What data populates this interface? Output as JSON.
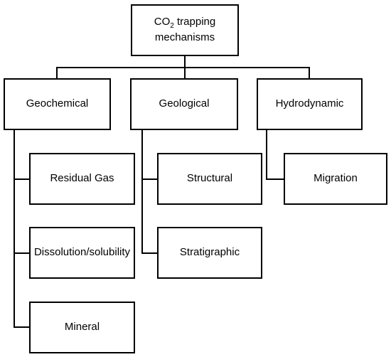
{
  "root": {
    "prefix": "CO",
    "subscript": "2",
    "suffix": " trapping",
    "line2": "mechanisms"
  },
  "categories": [
    {
      "label": "Geochemical",
      "children": [
        "Residual Gas",
        "Dissolution/solubility",
        "Mineral"
      ]
    },
    {
      "label": "Geological",
      "children": [
        "Structural",
        "Stratigraphic"
      ]
    },
    {
      "label": "Hydrodynamic",
      "children": [
        "Migration"
      ]
    }
  ]
}
